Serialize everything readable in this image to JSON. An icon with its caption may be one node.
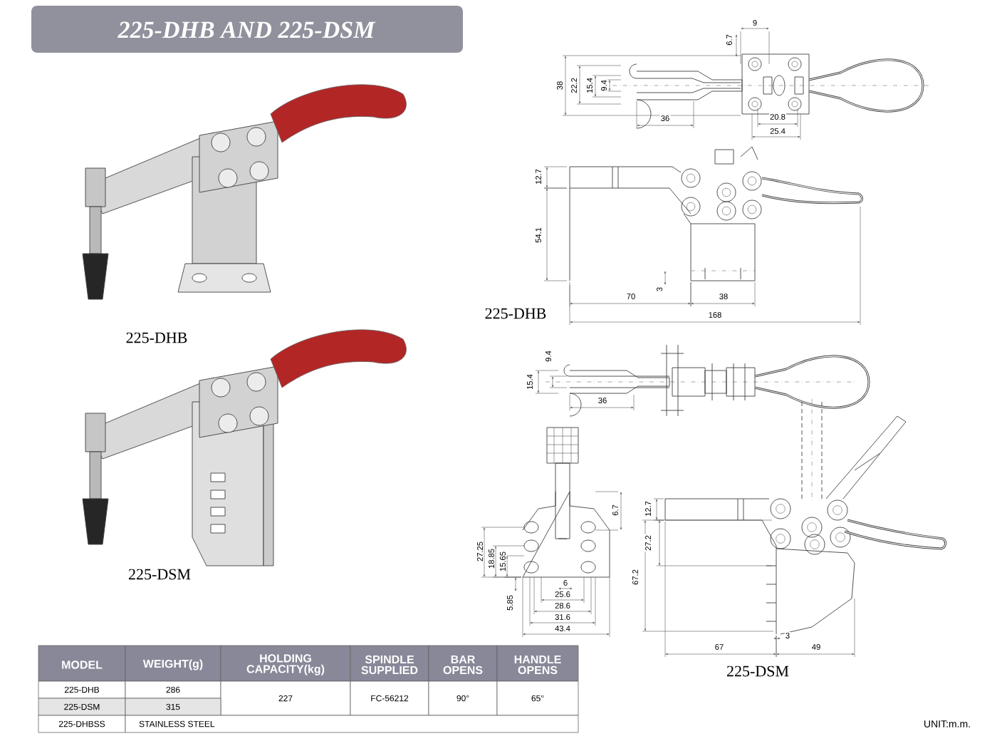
{
  "diagram": {
    "title": "225-DHB AND 225-DSM",
    "labels": [
      "225-DHB",
      "225-DSM",
      "9",
      "6.7",
      "38",
      "22.2",
      "15.4",
      "9.4",
      "36",
      "20.8",
      "25.4",
      "12.7",
      "54.1",
      "3",
      "70",
      "38",
      "225-DHB",
      "168",
      "9.4",
      "15.4",
      "36",
      "6.7",
      "27.25",
      "18.85",
      "15.65",
      "5.85",
      "6",
      "25.6",
      "28.6",
      "31.6",
      "43.4",
      "12.7",
      "27.2",
      "67.2",
      "3",
      "67",
      "49",
      "225-DSM",
      "MODEL",
      "WEIGHT(g)",
      "HOLDING CAPACITY(kg)",
      "SPINDLE SUPPLIED",
      "BAR OPENS",
      "HANDLE OPENS",
      "225-DHB",
      "286",
      "227",
      "FC-56212",
      "90°",
      "65°",
      "225-DSM",
      "315",
      "225-DHBSS",
      "STAINLESS STEEL",
      "UNIT:m.m."
    ]
  }
}
